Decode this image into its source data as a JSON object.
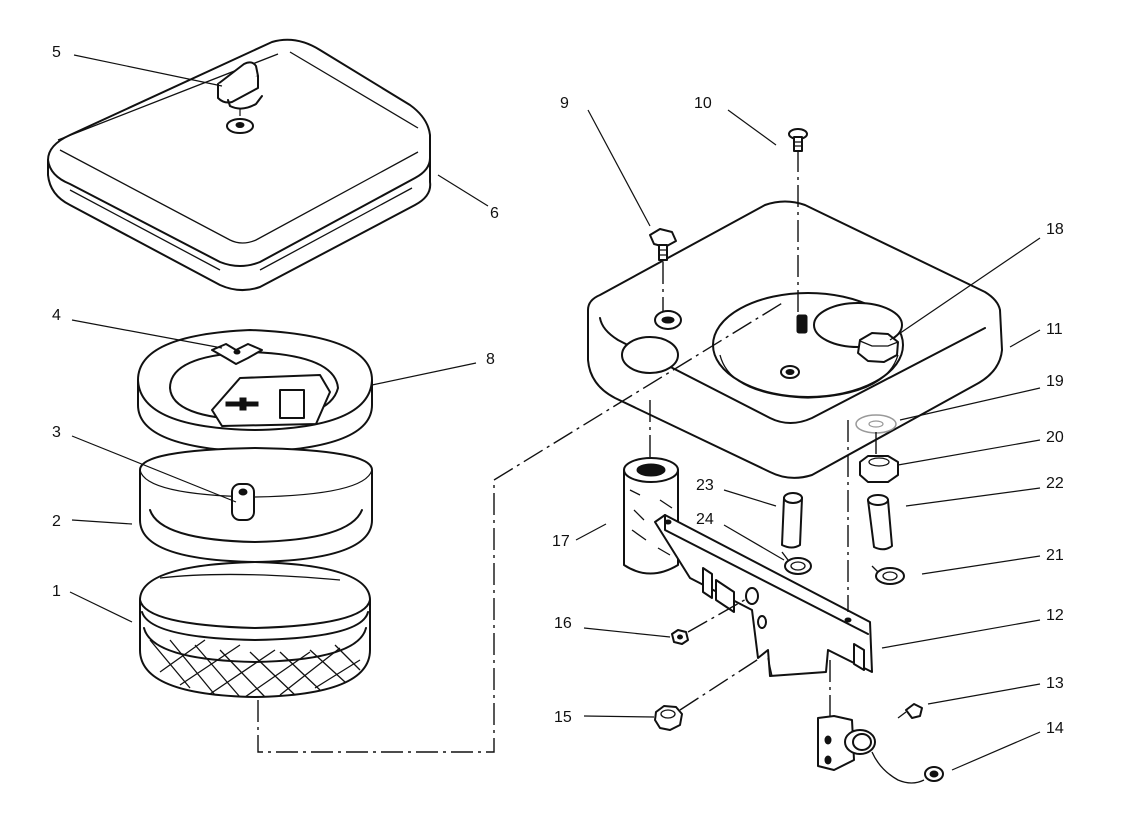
{
  "callouts": [
    {
      "id": "c1",
      "text": "1"
    },
    {
      "id": "c2",
      "text": "2"
    },
    {
      "id": "c3",
      "text": "3"
    },
    {
      "id": "c4",
      "text": "4"
    },
    {
      "id": "c5",
      "text": "5"
    },
    {
      "id": "c6",
      "text": "6"
    },
    {
      "id": "c8",
      "text": "8"
    },
    {
      "id": "c9",
      "text": "9"
    },
    {
      "id": "c10",
      "text": "10"
    },
    {
      "id": "c11",
      "text": "11"
    },
    {
      "id": "c12",
      "text": "12"
    },
    {
      "id": "c13",
      "text": "13"
    },
    {
      "id": "c14",
      "text": "14"
    },
    {
      "id": "c15",
      "text": "15"
    },
    {
      "id": "c16",
      "text": "16"
    },
    {
      "id": "c17",
      "text": "17"
    },
    {
      "id": "c18",
      "text": "18"
    },
    {
      "id": "c19",
      "text": "19"
    },
    {
      "id": "c20",
      "text": "20"
    },
    {
      "id": "c21",
      "text": "21"
    },
    {
      "id": "c22",
      "text": "22"
    },
    {
      "id": "c23",
      "text": "23"
    },
    {
      "id": "c24",
      "text": "24"
    }
  ]
}
